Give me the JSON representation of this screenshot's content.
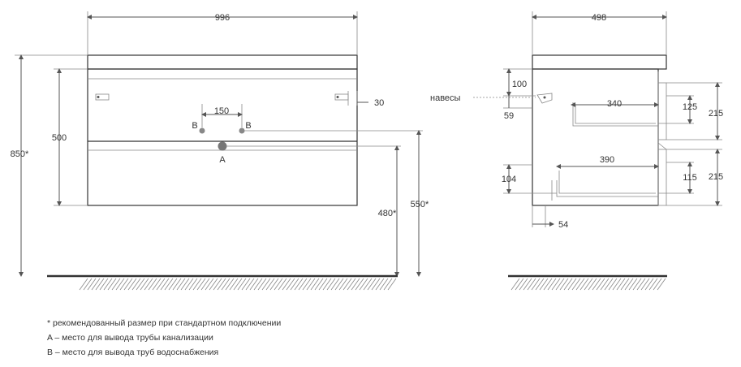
{
  "front_view": {
    "width": "996",
    "height_total": "850*",
    "height_body": "500",
    "pipe_spacing": "150",
    "hinge_offset": "30",
    "label_a": "A",
    "label_b_left": "B",
    "label_b_right": "B",
    "height_a": "480*",
    "height_b": "550*"
  },
  "side_view": {
    "depth": "498",
    "hinges_label": "навесы",
    "dim_100": "100",
    "dim_340": "340",
    "dim_59": "59",
    "dim_125": "125",
    "dim_215_top": "215",
    "dim_390": "390",
    "dim_104": "104",
    "dim_115": "115",
    "dim_215_bottom": "215",
    "dim_54": "54"
  },
  "notes": {
    "recommended": "* рекомендованный размер при стандартном подключении",
    "a_meaning": "A – место для вывода трубы канализации",
    "b_meaning": "B – место для вывода труб водоснабжения"
  },
  "colors": {
    "line": "#555555",
    "pipe_a": "#777777",
    "pipe_b": "#888888"
  }
}
